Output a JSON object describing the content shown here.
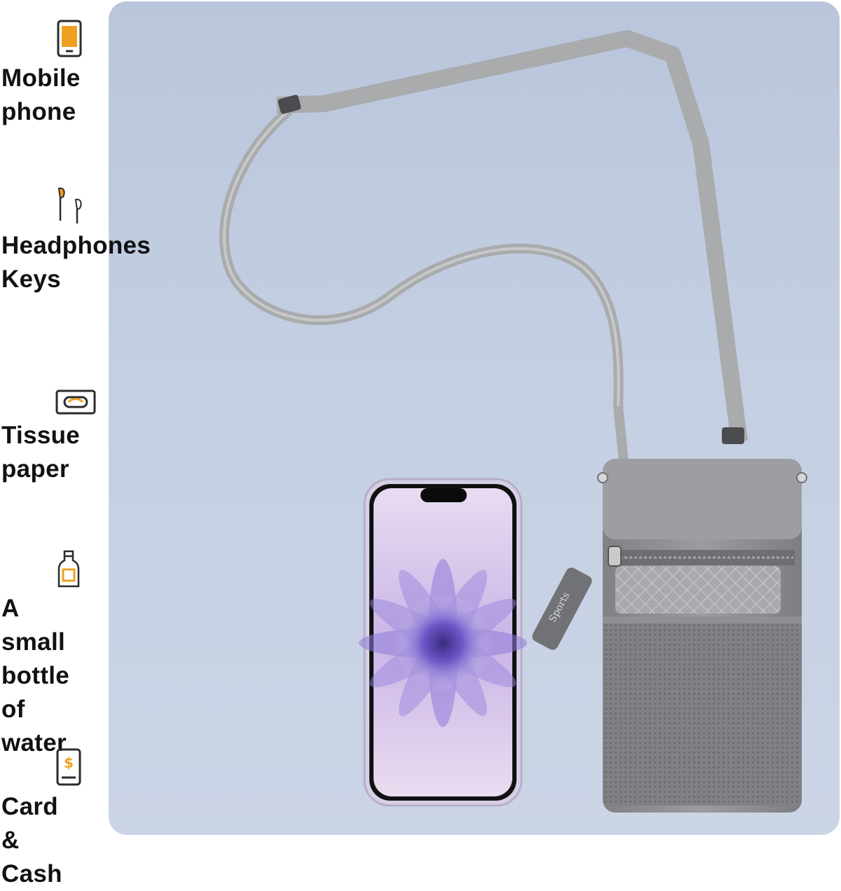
{
  "features": [
    {
      "id": "phone",
      "label": "Mobile phone",
      "icon": "phone-icon"
    },
    {
      "id": "headphones",
      "label": "Headphones\nKeys",
      "icon": "headphones-icon"
    },
    {
      "id": "tissue",
      "label": "Tissue paper",
      "icon": "tissue-box-icon"
    },
    {
      "id": "bottle",
      "label": "A small bottle\nof water",
      "icon": "bottle-icon"
    },
    {
      "id": "card",
      "label": "Card & Cash",
      "icon": "card-cash-icon"
    }
  ],
  "product": {
    "bag_tag": "Sports"
  },
  "colors": {
    "accent": "#f0a020",
    "icon_stroke": "#2b2b2b",
    "bag": "#8f9194",
    "strap": "#a9abad",
    "background": "#c3cde0"
  }
}
